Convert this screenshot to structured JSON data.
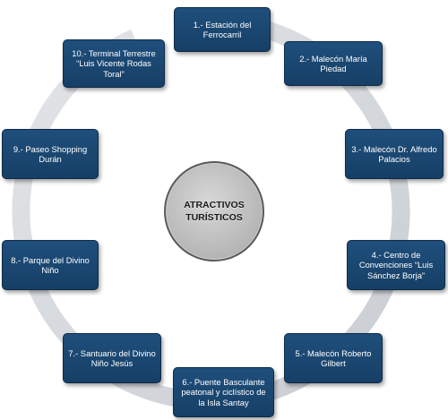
{
  "diagram": {
    "center_label": "ATRACTIVOS\nTURÍSTICOS",
    "nodes": [
      "1.- Estación del\nFerrocarril",
      "2.- Malecón María\nPiedad",
      "3.- Malecón Dr. Alfredo\nPalacios",
      "4.- Centro de\nConvenciones “Luis\nSánchez Borja”",
      "5.- Malecón Roberto\nGilbert",
      "6.- Puente Basculante\npeatonal y ciclístico  de\nla Isla Santay",
      "7.- Santuario del Divino\nNiño Jesús",
      "8.- Parque del Divino\nNiño",
      "9.- Paseo Shopping\nDurán",
      "10.- Terminal Terrestre\n“Luis Vicente Rodas\nToral”"
    ],
    "colors": {
      "node_fill": "#1f4f7c",
      "ring": "#d6d9dd",
      "center_fill": "#bdbdbd",
      "center_border": "#5a5a5a"
    }
  }
}
